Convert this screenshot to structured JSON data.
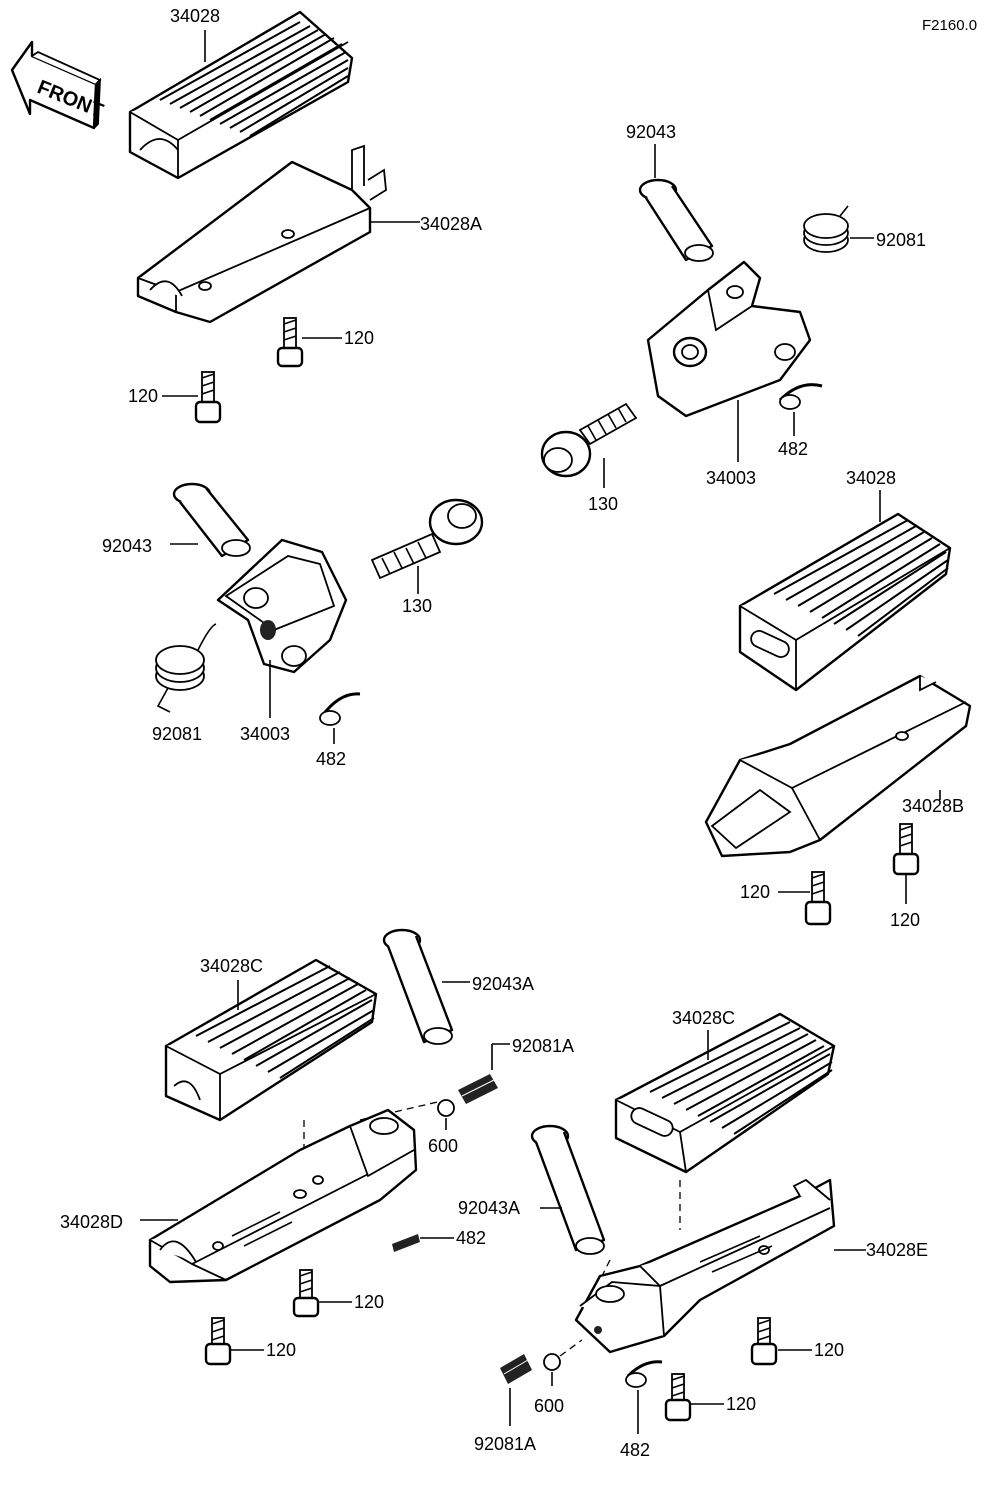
{
  "figure_code": "F2160.0",
  "front_sign": "FRONT",
  "labels": {
    "p34028_top": "34028",
    "p34028A": "34028A",
    "p120_a": "120",
    "p120_b": "120",
    "p92043_right": "92043",
    "p92081_right": "92081",
    "p130_right": "130",
    "p34003_right": "34003",
    "p482_right": "482",
    "p92043_left": "92043",
    "p130_left": "130",
    "p92081_left": "92081",
    "p34003_left": "34003",
    "p482_left": "482",
    "p34028_right": "34028",
    "p34028B": "34028B",
    "p120_c": "120",
    "p120_d": "120",
    "p34028C_left": "34028C",
    "p92043A_left": "92043A",
    "p92081A_left": "92081A",
    "p600_left": "600",
    "p34028D": "34028D",
    "p482_bl": "482",
    "p120_e": "120",
    "p120_f": "120",
    "p34028C_right": "34028C",
    "p92043A_right": "92043A",
    "p34028E": "34028E",
    "p120_g": "120",
    "p600_right": "600",
    "p120_h": "120",
    "p92081A_right": "92081A",
    "p482_br": "482"
  }
}
